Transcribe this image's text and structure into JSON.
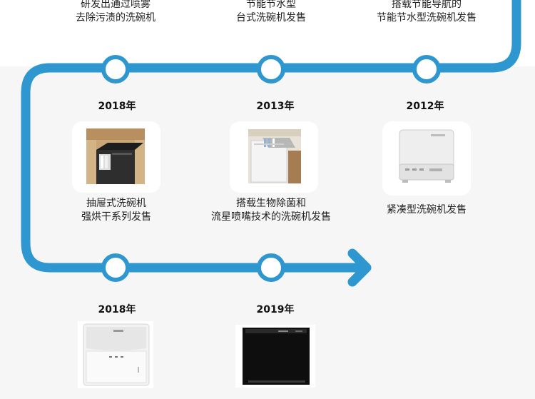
{
  "colors": {
    "track": "#2f97cf",
    "band": "#f6f6f6"
  },
  "top_row": [
    {
      "line1": "研发出通过喷雾",
      "line2": "去除污渍的洗碗机"
    },
    {
      "line1": "节能节水型",
      "line2": "台式洗碗机发售"
    },
    {
      "line1": "搭载节能导航的",
      "line2": "节能节水型洗碗机发售"
    }
  ],
  "middle_row": [
    {
      "year": "2018年",
      "line1": "抽屉式洗碗机",
      "line2": "强烘干系列发售",
      "image": "drawer-dishwasher-photo"
    },
    {
      "year": "2013年",
      "line1": "搭载生物除菌和",
      "line2": "流星喷嘴技术的洗碗机发售",
      "image": "built-in-dishwasher-photo"
    },
    {
      "year": "2012年",
      "line1": "紧凑型洗碗机发售",
      "line2": "",
      "image": "compact-dishwasher-photo"
    }
  ],
  "bottom_row": [
    {
      "year": "2018年",
      "image": "white-countertop-dishwasher-photo"
    },
    {
      "year": "2019年",
      "image": "black-built-in-dishwasher-photo"
    }
  ]
}
